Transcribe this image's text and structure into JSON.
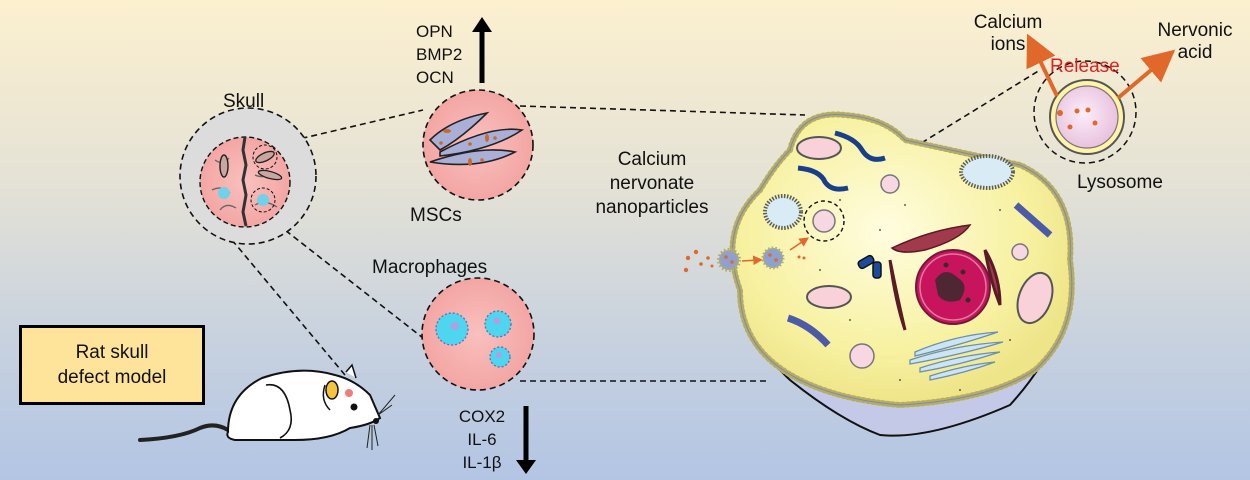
{
  "diagram": {
    "model_box": {
      "line1": "Rat skull",
      "line2": "defect model"
    },
    "skull_label": "Skull",
    "msc": {
      "label": "MSCs",
      "upregulated": [
        "OPN",
        "BMP2",
        "OCN"
      ],
      "direction": "up"
    },
    "macrophages": {
      "label": "Macrophages",
      "downregulated": [
        "COX2",
        "IL-6",
        "IL-1β"
      ],
      "direction": "down"
    },
    "nanoparticles_label": {
      "line1": "Calcium",
      "line2": "nervonate",
      "line3": "nanoparticles"
    },
    "lysosome": {
      "label": "Lysosome",
      "release_label": "Release",
      "products": [
        {
          "line1": "Calcium",
          "line2": "ions"
        },
        {
          "line1": "Nervonic",
          "line2": "acid"
        }
      ]
    },
    "colors": {
      "release_arrow": "#e0682a",
      "release_text": "#e02020",
      "cytoplasm": "#f8f3a0",
      "tissue": "#f6b0ae",
      "model_box": "#fee49a",
      "nucleus": "#c8145c"
    }
  }
}
